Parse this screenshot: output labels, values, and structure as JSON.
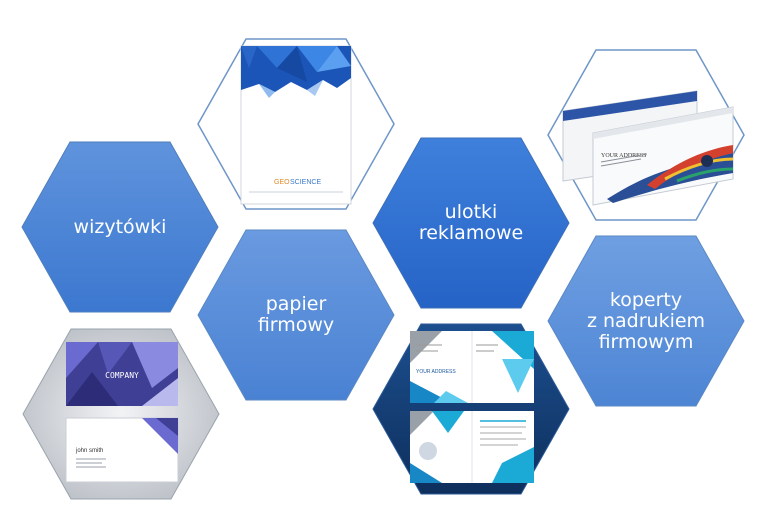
{
  "colors": {
    "hex_blue_light": "#6a98dd",
    "hex_blue_mid": "#4f86d6",
    "hex_blue_dark": "#2f6fcf",
    "hex_outline": "#6e96c8",
    "label_text": "#ffffff"
  },
  "hexes": {
    "wizytowki": {
      "label": "wizytówki"
    },
    "papier": {
      "label": "papier\nfirmowy"
    },
    "ulotki": {
      "label": "ulotki\nreklamowe"
    },
    "koperty": {
      "label": "koperty\nz nadrukiem\nfirmowym"
    }
  },
  "images": {
    "letterhead": {
      "brand_geo": "GEO",
      "brand_science": "SCIENCE"
    },
    "envelope": {
      "address": "YOUR ADDRESS"
    },
    "business_card": {
      "company": "COMPANY",
      "name": "john smith"
    },
    "brochure": {
      "title": "YOUR ADDRESS"
    }
  }
}
